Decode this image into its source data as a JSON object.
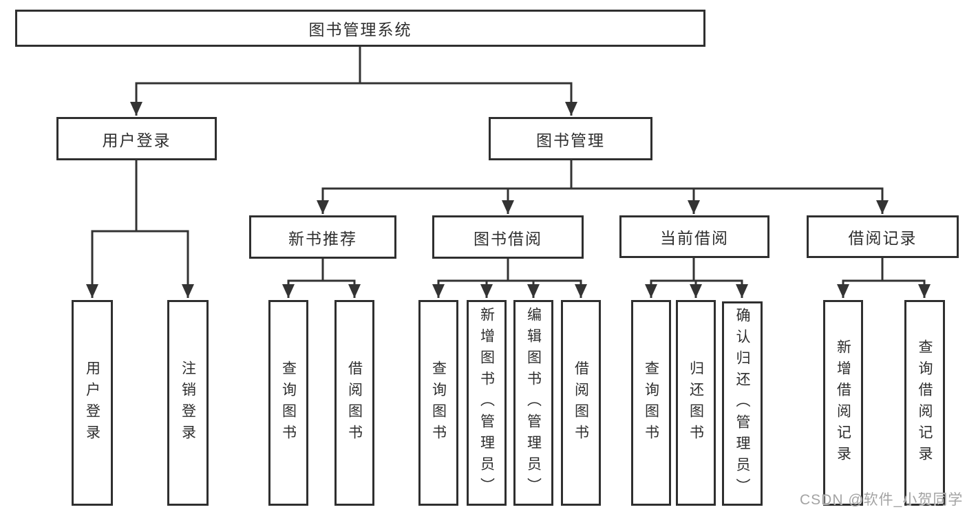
{
  "diagram": {
    "title": "图书管理系统",
    "user_login": {
      "label": "用户登录",
      "children": [
        "用户登录",
        "注销登录"
      ]
    },
    "book_mgmt": {
      "label": "图书管理",
      "modules": [
        {
          "label": "新书推荐",
          "children": [
            "查询图书",
            "借阅图书"
          ]
        },
        {
          "label": "图书借阅",
          "children": [
            "查询图书",
            "新增图书（管理员）",
            "编辑图书（管理员）",
            "借阅图书"
          ]
        },
        {
          "label": "当前借阅",
          "children": [
            "查询图书",
            "归还图书",
            "确认归还（管理员）"
          ]
        },
        {
          "label": "借阅记录",
          "children": [
            "新增借阅记录",
            "查询借阅记录"
          ]
        }
      ]
    }
  },
  "watermark": "CSDN @软件_小贺同学",
  "colors": {
    "line": "#333333",
    "box_border": "#2f2f2f",
    "text": "#2e2e2e",
    "watermark": "#a3a3a3",
    "background": "#ffffff"
  }
}
